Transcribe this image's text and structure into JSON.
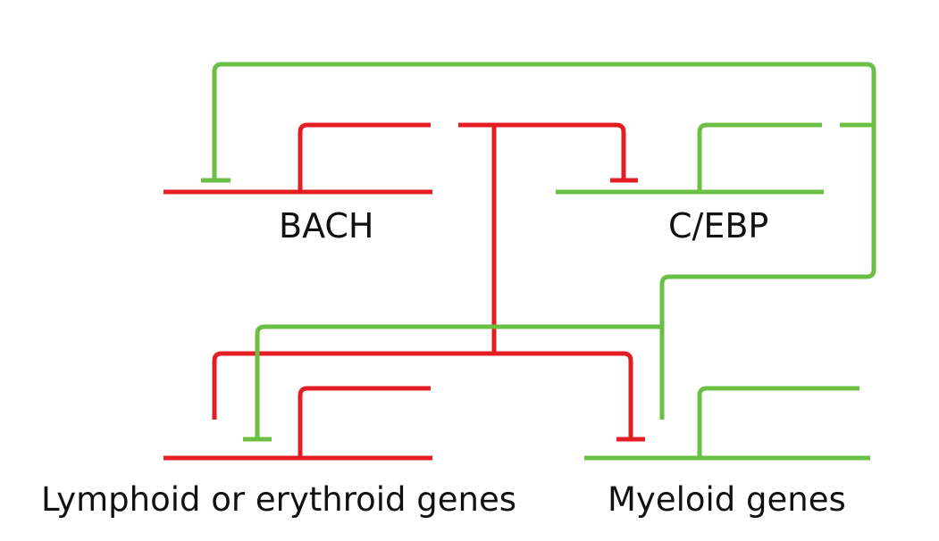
{
  "labels": {
    "bach": "BACH",
    "cebp": "C/EBP",
    "lymphoid_erythroid": "Lymphoid or erythroid genes",
    "myeloid": "Myeloid genes"
  },
  "colors": {
    "bach_red": "#e41d23",
    "cebp_green": "#6cbf45",
    "text": "#111111"
  }
}
